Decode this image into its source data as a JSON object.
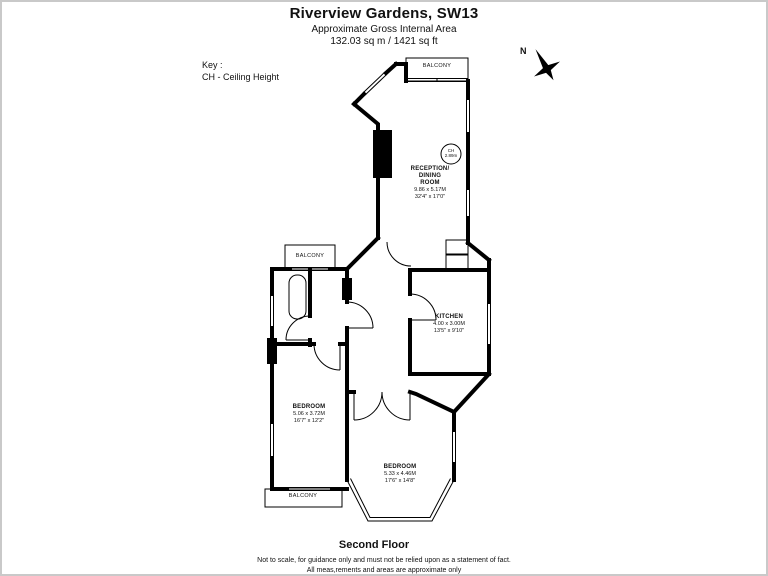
{
  "header": {
    "title": "Riverview Gardens, SW13",
    "subtitle": "Approximate Gross Internal Area",
    "area": "132.03 sq m / 1421 sq ft"
  },
  "key": {
    "label": "Key :",
    "ch": "CH - Ceiling Height"
  },
  "compass": {
    "north": "N"
  },
  "plan": {
    "balcony_top": "BALCONY",
    "balcony_left": "BALCONY",
    "balcony_bottom": "BALCONY",
    "ch_circle": {
      "line1": "CH",
      "line2": "2.89m"
    },
    "reception": {
      "name_line1": "RECEPTION/",
      "name_line2": "DINING",
      "name_line3": "ROOM",
      "dims_m": "9.86 x 5.17M",
      "dims_ft": "32'4\" x 17'0\""
    },
    "kitchen": {
      "name": "KITCHEN",
      "dims_m": "4.00 x 3.00M",
      "dims_ft": "13'5\" x 9'10\""
    },
    "bedroom_left": {
      "name": "BEDROOM",
      "dims_m": "5.06 x 3.72M",
      "dims_ft": "16'7\" x 12'2\""
    },
    "bedroom_bottom": {
      "name": "BEDROOM",
      "dims_m": "5.33 x 4.46M",
      "dims_ft": "17'6\" x 14'8\""
    }
  },
  "floor_label": "Second Floor",
  "footer": {
    "line1": "Not to scale, for guidance only and must not be relied upon as a statement of fact.",
    "line2": "All meas,rements and areas are approximate only"
  }
}
